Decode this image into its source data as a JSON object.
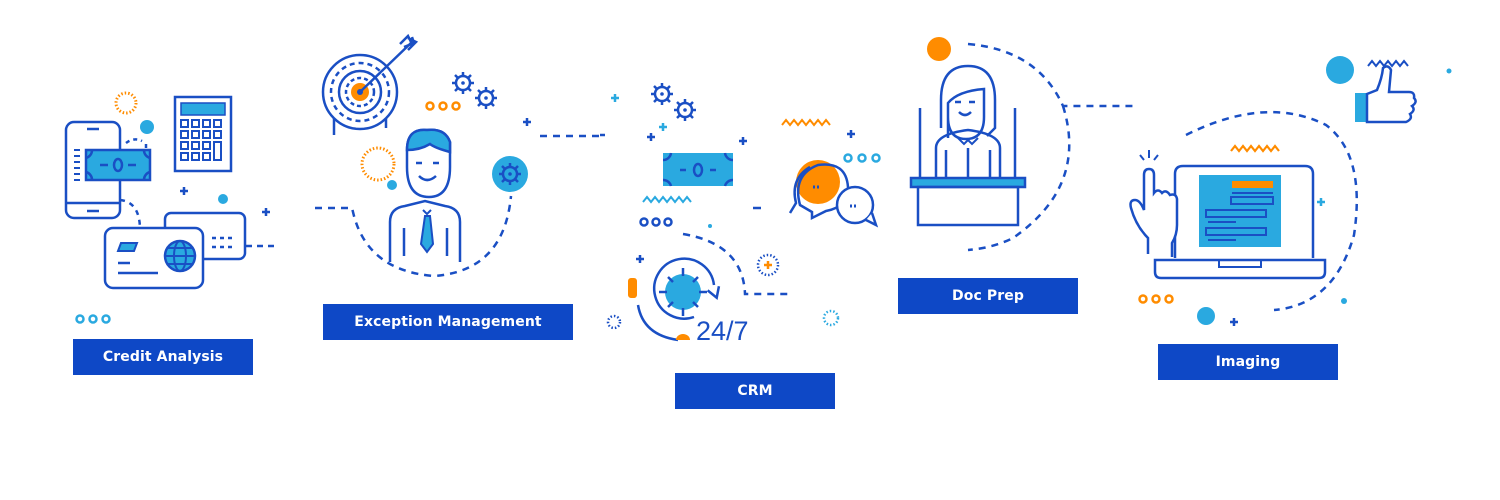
{
  "colors": {
    "primary_blue": "#0e48c6",
    "line_blue": "#1a4fc4",
    "light_blue": "#2aa9e0",
    "orange": "#ff8c00",
    "label_text": "#ffffff",
    "background": "#ffffff"
  },
  "steps": [
    {
      "label": "Credit Analysis",
      "icons": [
        "smartphone-icon",
        "banknote-icon",
        "calculator-icon",
        "credit-card-icon",
        "globe-icon"
      ]
    },
    {
      "label": "Exception Management",
      "icons": [
        "target-icon",
        "arrow-icon",
        "gears-icon",
        "businessman-icon",
        "gear-badge-icon"
      ]
    },
    {
      "label": "CRM",
      "icons": [
        "gears-icon",
        "banknote-icon",
        "chat-bubbles-icon",
        "support-24-7-icon"
      ]
    },
    {
      "label": "Doc Prep",
      "icons": [
        "woman-at-desk-icon"
      ]
    },
    {
      "label": "Imaging",
      "icons": [
        "laptop-icon",
        "pointing-hand-icon",
        "thumbs-up-icon"
      ]
    }
  ],
  "crm_badge_text": "24/7"
}
